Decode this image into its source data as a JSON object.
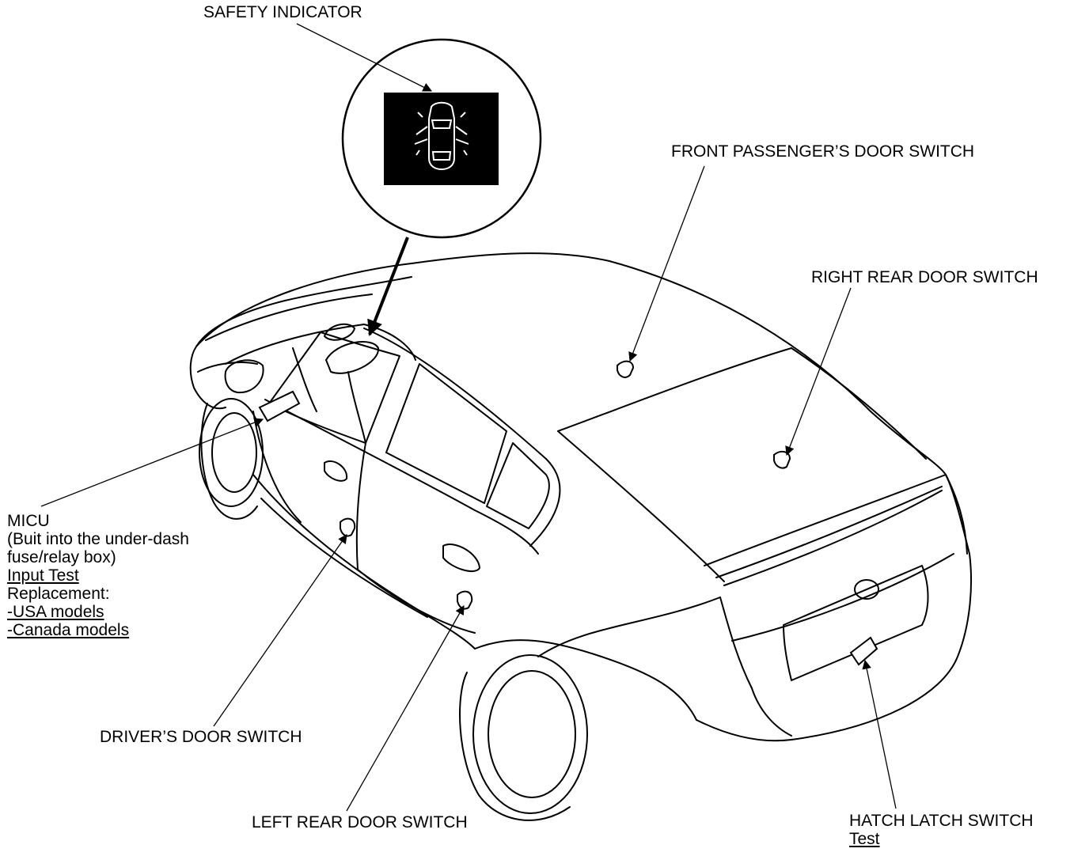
{
  "labels": {
    "safety_indicator": "SAFETY INDICATOR",
    "front_passenger_door_switch": "FRONT PASSENGER’S DOOR SWITCH",
    "right_rear_door_switch": "RIGHT REAR DOOR SWITCH",
    "drivers_door_switch": "DRIVER’S DOOR SWITCH",
    "left_rear_door_switch": "LEFT REAR DOOR SWITCH",
    "hatch_latch_switch": "HATCH LATCH SWITCH"
  },
  "micu": {
    "title": "MICU",
    "line1": "(Buit into the under-dash",
    "line2": "fuse/relay box)",
    "input_test": "Input Test",
    "replacement": "Replacement:",
    "usa_models": "-USA models",
    "canada_models": "-Canada models"
  },
  "hatch_links": {
    "test": "Test"
  },
  "colors": {
    "line": "#000000",
    "indicator_background": "#000000",
    "indicator_symbol": "#ffffff",
    "page": "#ffffff"
  },
  "icons": {
    "indicator": "car-doors-open-icon",
    "switch": "door-switch-icon"
  }
}
